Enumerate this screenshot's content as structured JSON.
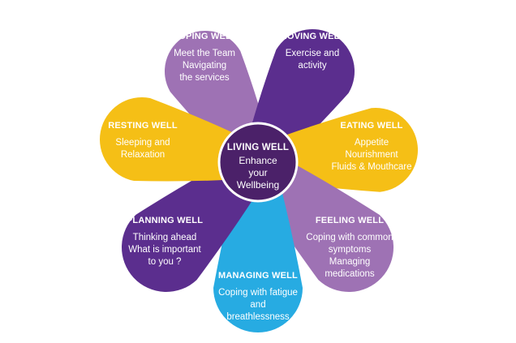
{
  "colors": {
    "light_purple": "#9E72B4",
    "dark_purple": "#5B2E8E",
    "yellow": "#F5BF16",
    "blue": "#27ABE2",
    "center": "#4B2169",
    "text": "#ffffff"
  },
  "center": {
    "title": "LIVING WELL",
    "lines": [
      "Enhance",
      "your",
      "Wellbeing"
    ]
  },
  "petals": [
    {
      "key": "coping",
      "title": "COPING WELL",
      "lines": [
        "Meet the Team",
        "Navigating",
        "the services"
      ],
      "color": "#9E72B4"
    },
    {
      "key": "moving",
      "title": "MOVING WELL",
      "lines": [
        "Exercise and",
        "activity"
      ],
      "color": "#5B2E8E"
    },
    {
      "key": "eating",
      "title": "EATING WELL",
      "lines": [
        "Appetite",
        "Nourishment",
        "Fluids & Mouthcare"
      ],
      "color": "#F5BF16"
    },
    {
      "key": "feeling",
      "title": "FEELING WELL",
      "lines": [
        "Coping with common",
        "symptoms",
        "Managing",
        "medications"
      ],
      "color": "#9E72B4"
    },
    {
      "key": "managing",
      "title": "MANAGING WELL",
      "lines": [
        "Coping with fatigue",
        "and",
        "breathlessness"
      ],
      "color": "#27ABE2"
    },
    {
      "key": "planning",
      "title": "PLANNING WELL",
      "lines": [
        "Thinking ahead",
        "What is important",
        "to you ?"
      ],
      "color": "#5B2E8E"
    },
    {
      "key": "resting",
      "title": "RESTING WELL",
      "lines": [
        "Sleeping and",
        "Relaxation"
      ],
      "color": "#F5BF16"
    }
  ]
}
